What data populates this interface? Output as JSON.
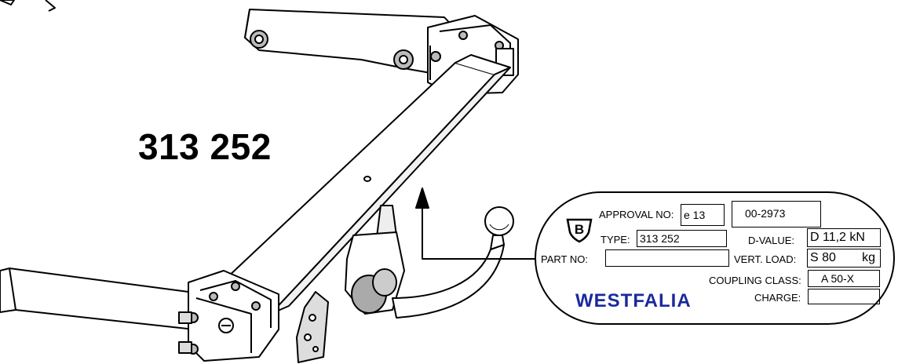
{
  "part_number": "313 252",
  "plate": {
    "badge_letter": "B",
    "approval_label": "APPROVAL NO:",
    "approval_value_1": "e 13",
    "approval_value_2": "00-2973",
    "type_label": "TYPE:",
    "type_value": "313 252",
    "d_value_label": "D-VALUE:",
    "d_value": "D 11,2 kN",
    "part_no_label": "PART NO:",
    "part_no_value": "",
    "vert_load_label": "VERT. LOAD:",
    "vert_load_value": "S 80",
    "vert_load_unit": "kg",
    "coupling_class_label": "COUPLING CLASS:",
    "coupling_class_value": "A 50-X",
    "charge_label": "CHARGE:",
    "charge_value": "",
    "brand": "WESTFALIA",
    "brand_color": "#1a2a9c"
  },
  "icons": [
    "tow-bar-drawing-icon",
    "arrow-up-icon",
    "tow-ball-icon"
  ]
}
